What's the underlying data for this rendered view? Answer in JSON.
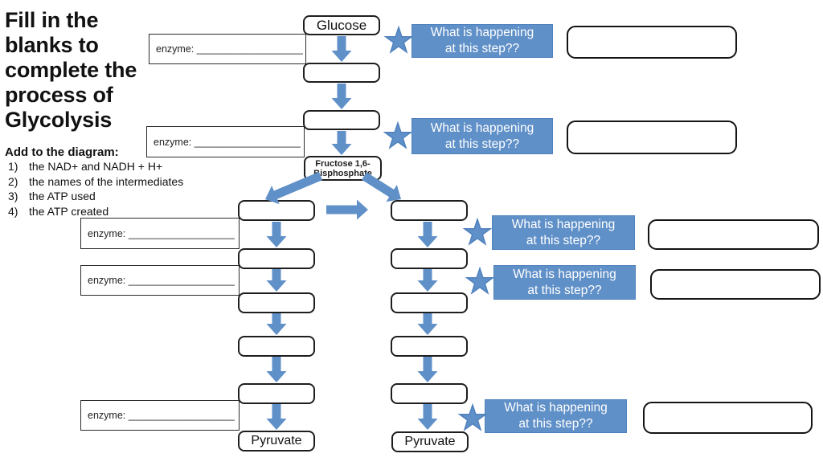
{
  "title": {
    "lines": [
      "Fill in the",
      "blanks to",
      "complete the",
      "process of",
      "Glycolysis"
    ]
  },
  "instructions": {
    "heading": "Add to the diagram:",
    "items": [
      {
        "num": "1)",
        "text": "the NAD+ and NADH + H+"
      },
      {
        "num": "2)",
        "text": "the names of the intermediates"
      },
      {
        "num": "3)",
        "text": "the ATP used"
      },
      {
        "num": "4)",
        "text": "the ATP created"
      }
    ]
  },
  "flowchart": {
    "start_node": "Glucose",
    "intermediate_node_line1": "Fructose 1,6-",
    "intermediate_node_line2": "Bisphosphate",
    "end_node": "Pyruvate",
    "enzyme_label": "enzyme: ___________________"
  },
  "question_box": {
    "line1": "What is happening",
    "line2": "at this step??"
  },
  "icons": {
    "star": "star-icon",
    "arrow": "flow-arrow"
  },
  "colors": {
    "accent_blue": "#6090c8",
    "accent_blue_border": "#4f81bd",
    "node_border": "#1e1e1e",
    "text": "#161616"
  }
}
